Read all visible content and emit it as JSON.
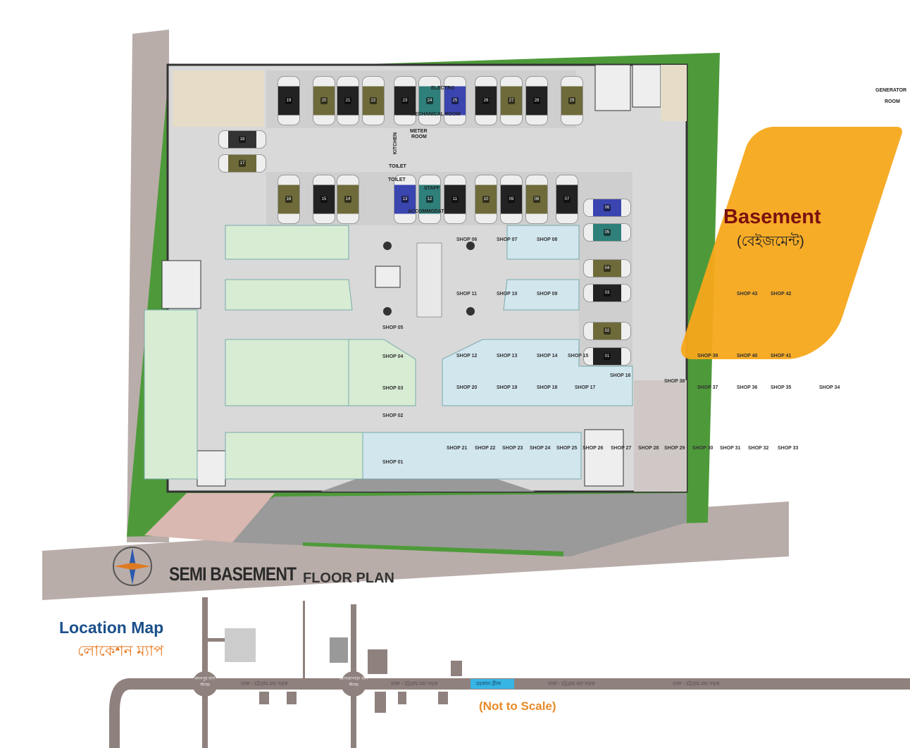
{
  "plan": {
    "title_bold": "SEMI BASEMENT",
    "title_light": "FLOOR PLAN",
    "basement_label": "Basement",
    "basement_label_bn": "(বেইজমেন্ট)",
    "basement_color": "#f7a81b",
    "rooms": {
      "electro": "ELECTRO",
      "mechanical": "MECHANICAL ROOM",
      "meter": "METER",
      "meter_room": "ROOM",
      "kitchen": "KITCHEN",
      "toilet1": "TOILET",
      "toilet2": "TOILET",
      "staff": "STAFF",
      "accommodation": "ACCOMMODATION",
      "generator": "GENERATOR",
      "generator_room": "ROOM"
    },
    "shops": {
      "s01": "SHOP 01",
      "s02": "SHOP 02",
      "s03": "SHOP 03",
      "s04": "SHOP 04",
      "s05": "SHOP 05",
      "s06": "SHOP 06",
      "s07": "SHOP 07",
      "s08": "SHOP 08",
      "s09": "SHOP 09",
      "s10": "SHOP 10",
      "s11": "SHOP 11",
      "s12": "SHOP 12",
      "s13": "SHOP 13",
      "s14": "SHOP 14",
      "s15": "SHOP 15",
      "s16": "SHOP 16",
      "s17": "SHOP 17",
      "s18": "SHOP 18",
      "s19": "SHOP 19",
      "s20": "SHOP 20",
      "s21": "SHOP 21",
      "s22": "SHOP 22",
      "s23": "SHOP 23",
      "s24": "SHOP 24",
      "s25": "SHOP 25",
      "s26": "SHOP 26",
      "s27": "SHOP 27",
      "s28": "SHOP 28",
      "s29": "SHOP 29",
      "s30": "SHOP 30",
      "s31": "SHOP 31",
      "s32": "SHOP 32",
      "s33": "SHOP 33",
      "s34": "SHOP 34",
      "s35": "SHOP 35",
      "s36": "SHOP 36",
      "s37": "SHOP 37",
      "s38": "SHOP 38",
      "s39": "SHOP 39",
      "s40": "SHOP 40",
      "s41": "SHOP 41",
      "s42": "SHOP 42",
      "s43": "SHOP 43"
    },
    "cars": [
      {
        "n": "19",
        "c": "#222"
      },
      {
        "n": "20",
        "c": "#6e6a3a"
      },
      {
        "n": "21",
        "c": "#222"
      },
      {
        "n": "22",
        "c": "#6e6a3a"
      },
      {
        "n": "23",
        "c": "#222"
      },
      {
        "n": "24",
        "c": "#2f7f7a"
      },
      {
        "n": "25",
        "c": "#3a45b0"
      },
      {
        "n": "26",
        "c": "#222"
      },
      {
        "n": "27",
        "c": "#6e6a3a"
      },
      {
        "n": "28",
        "c": "#222"
      },
      {
        "n": "29",
        "c": "#6e6a3a"
      },
      {
        "n": "16",
        "c": "#6e6a3a"
      },
      {
        "n": "15",
        "c": "#222"
      },
      {
        "n": "14",
        "c": "#6e6a3a"
      },
      {
        "n": "13",
        "c": "#3a45b0"
      },
      {
        "n": "12",
        "c": "#2f7f7a"
      },
      {
        "n": "11",
        "c": "#222"
      },
      {
        "n": "10",
        "c": "#6e6a3a"
      },
      {
        "n": "09",
        "c": "#222"
      },
      {
        "n": "08",
        "c": "#6e6a3a"
      },
      {
        "n": "07",
        "c": "#222"
      },
      {
        "n": "06",
        "c": "#3a45b0"
      },
      {
        "n": "05",
        "c": "#2f7f7a"
      },
      {
        "n": "04",
        "c": "#6e6a3a"
      },
      {
        "n": "03",
        "c": "#222"
      },
      {
        "n": "02",
        "c": "#6e6a3a"
      },
      {
        "n": "01",
        "c": "#222"
      },
      {
        "n": "18",
        "c": "#333"
      },
      {
        "n": "17",
        "c": "#6e6a3a"
      }
    ]
  },
  "location_map": {
    "title": "Location Map",
    "title_bn": "লোকেশন ম্যাপ",
    "note": "(Not to Scale)",
    "highway_label": "ঢাকা - চট্টগ্রাম মহা সড়ক",
    "highlight_label": "রমজান ব্রীজ",
    "stand1": "মদনপুর বাস স্ট্যান্ড",
    "stand2": "মোগড়াপাড়া বাস স্ট্যান্ড"
  }
}
